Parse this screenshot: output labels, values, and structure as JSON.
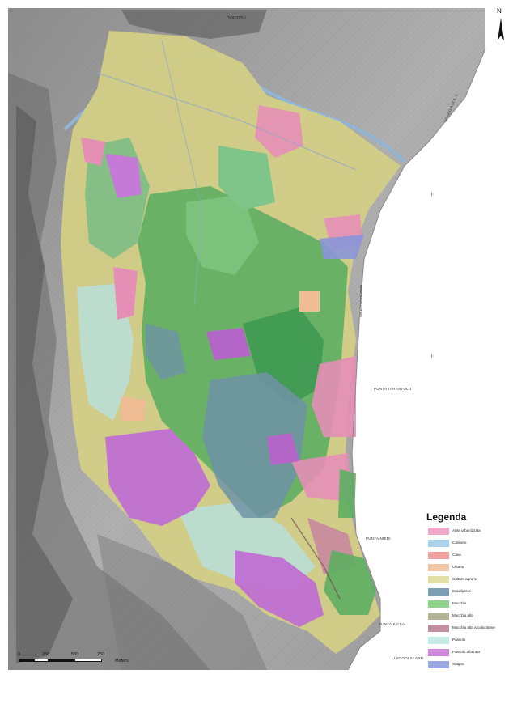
{
  "map": {
    "north_label": "N",
    "places": {
      "tortoli": "TORTOLÌ",
      "spiaggia_top": "SPIAGGIA DI A. V.",
      "spiaggia_mid": "SPIAGGIA DI ORRI",
      "punta_tarastolu": "PUNTA TARASTOLU",
      "punta_niedi": "PUNTA NIEDI",
      "punta_cea": "PUNTA E CEA",
      "scogli": "LI SCOGLIU ARRU"
    },
    "scale": {
      "ticks": [
        "0",
        "250",
        "500",
        "750"
      ],
      "unit": "Meters"
    }
  },
  "legend": {
    "title": "Legenda",
    "items": [
      {
        "label": "Area urbanizzata",
        "color": "#f0a8c8"
      },
      {
        "label": "Canneto",
        "color": "#a9d4ec"
      },
      {
        "label": "Cava",
        "color": "#f2a0a0"
      },
      {
        "label": "Cisteto",
        "color": "#f4c7a4"
      },
      {
        "label": "Colture agrarie",
        "color": "#e4e0a4"
      },
      {
        "label": "Eucalipteto",
        "color": "#7c9fb4"
      },
      {
        "label": "Macchia",
        "color": "#8ed28c"
      },
      {
        "label": "Macchia alta",
        "color": "#b4b498"
      },
      {
        "label": "Macchia alta a calicotome",
        "color": "#c0909c"
      },
      {
        "label": "Pascolo",
        "color": "#c4ece4"
      },
      {
        "label": "Pascolo alberato",
        "color": "#d088dc"
      },
      {
        "label": "Stagno",
        "color": "#9ca8e4"
      }
    ]
  }
}
